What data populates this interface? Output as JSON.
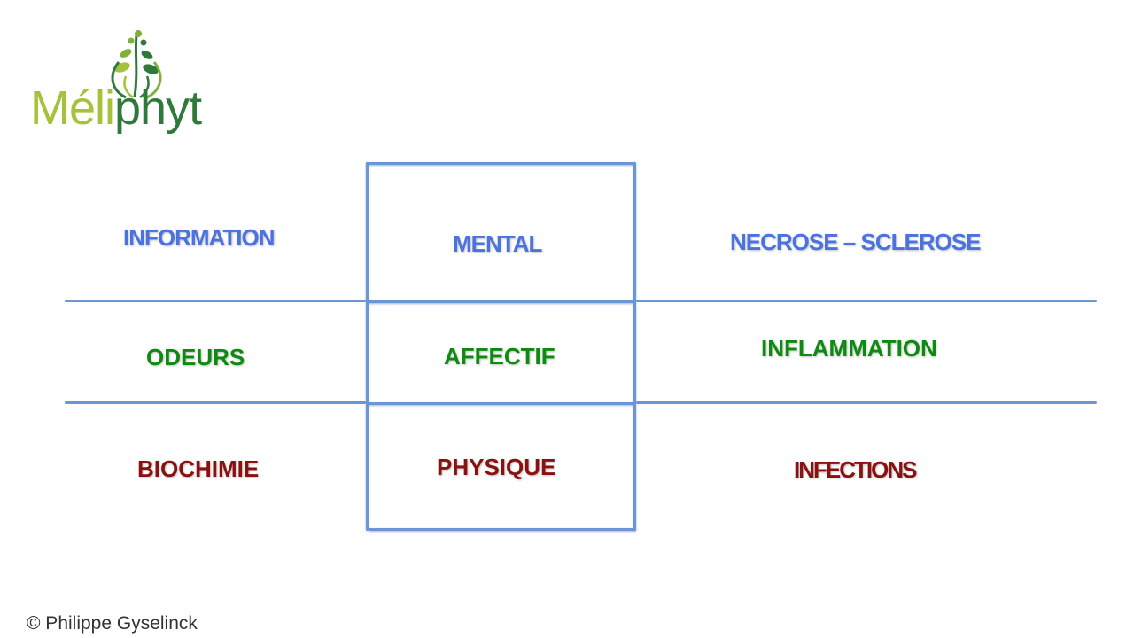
{
  "logo": {
    "text_part1": "Méli",
    "text_part2": "phyt"
  },
  "columns": {
    "left": [
      "INFORMATION",
      "ODEURS",
      "BIOCHIMIE"
    ],
    "center": [
      "MENTAL",
      "AFFECTIF",
      "PHYSIQUE"
    ],
    "right": [
      "NECROSE – SCLEROSE",
      "INFLAMMATION",
      "INFECTIONS"
    ]
  },
  "colors": {
    "row1": "#4a72e0",
    "row2": "#0e8a10",
    "row3": "#8b1010",
    "lines": "#6a95d6"
  },
  "footer": {
    "copyright": "© Philippe Gyselinck"
  }
}
